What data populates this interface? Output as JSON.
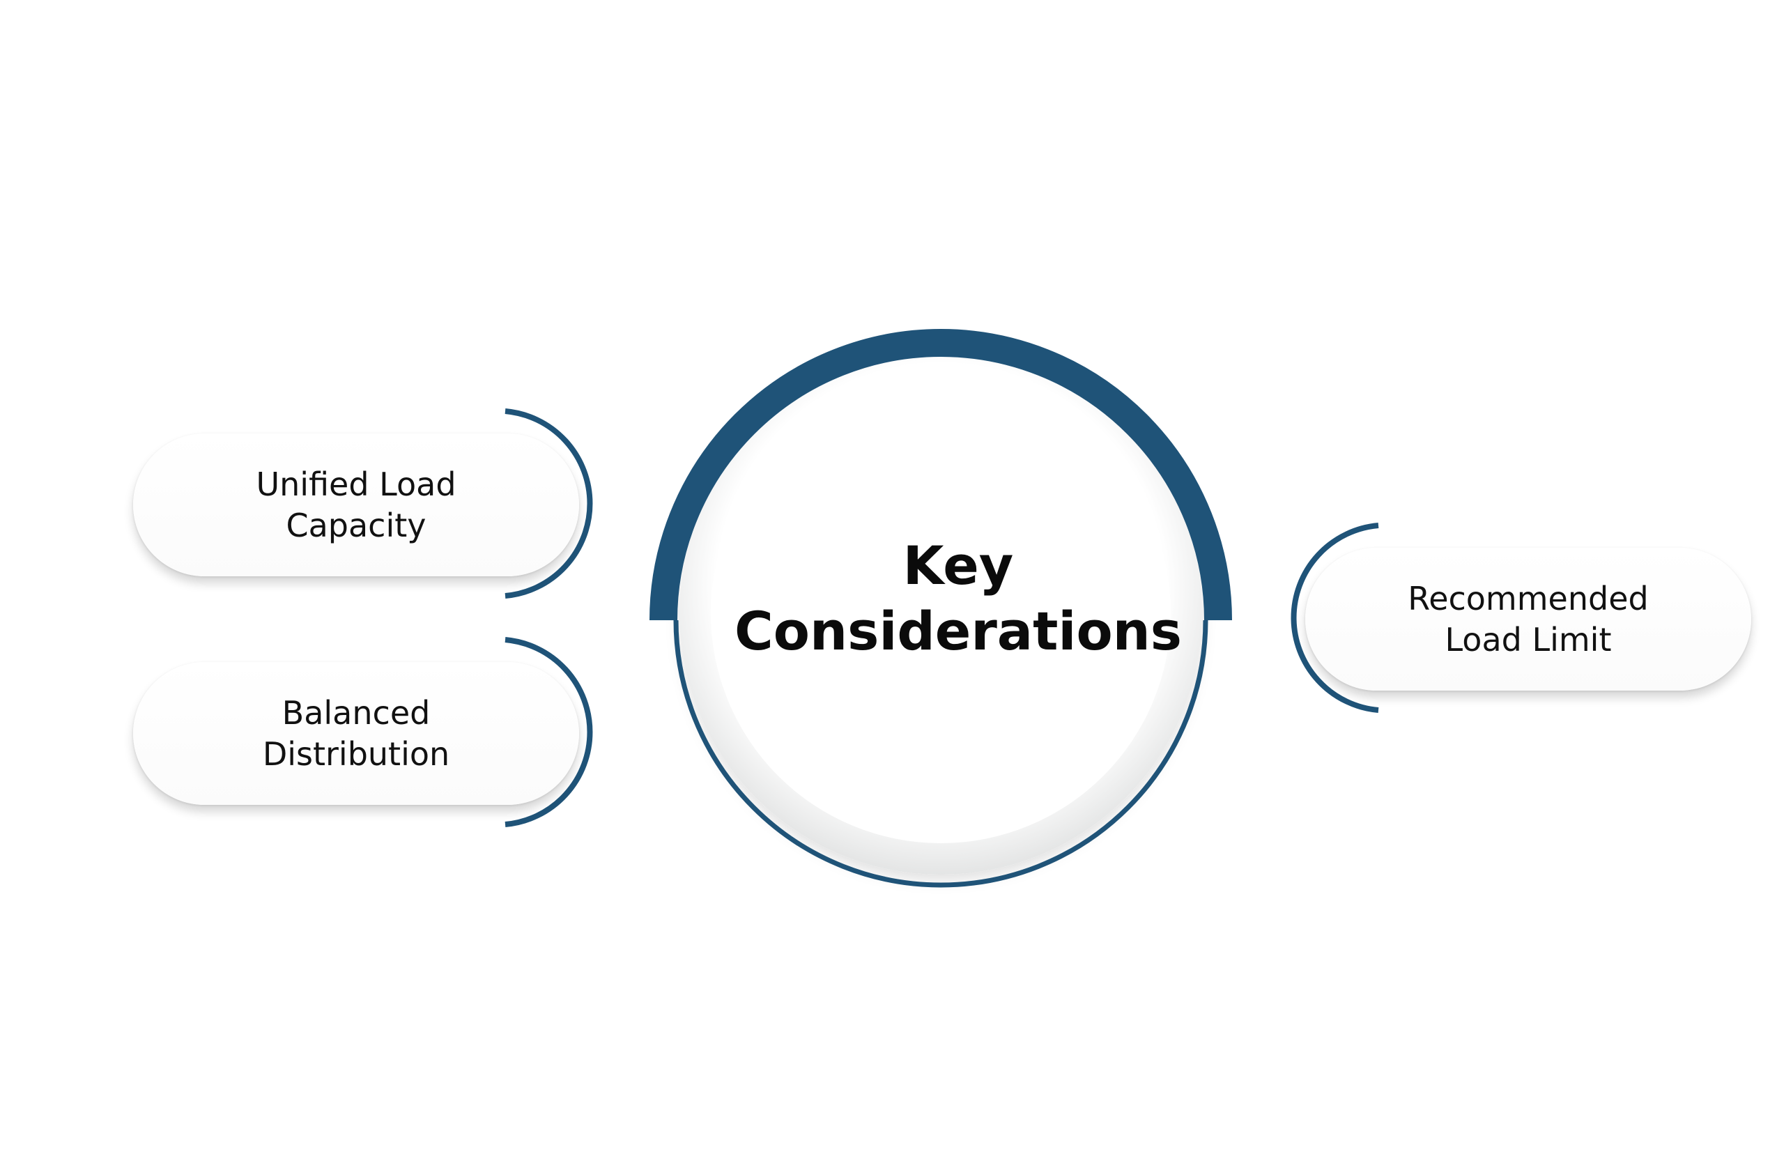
{
  "colors": {
    "accent": "#1f5378",
    "background": "#ffffff",
    "card": "#ffffff",
    "ring_shade": "#e7e8e8",
    "text": "#111111"
  },
  "center": {
    "title": "Key\nConsiderations"
  },
  "items": [
    {
      "label": "Unified Load\nCapacity"
    },
    {
      "label": "Balanced\nDistribution"
    },
    {
      "label": "Recommended\nLoad Limit"
    }
  ]
}
